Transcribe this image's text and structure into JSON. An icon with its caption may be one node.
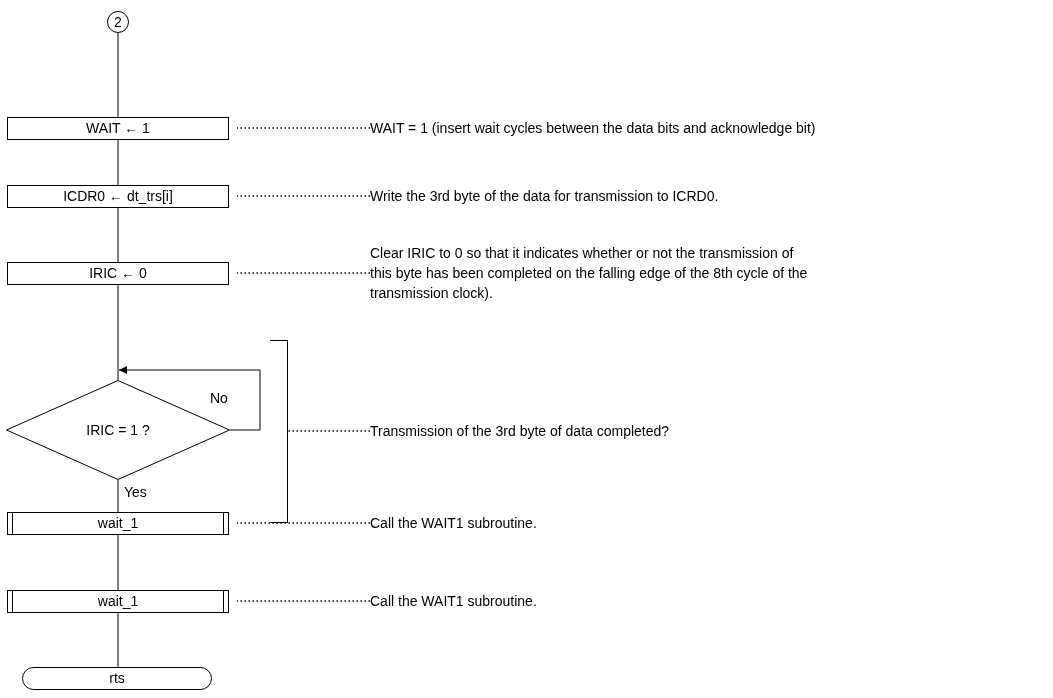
{
  "diagram": {
    "nodes": [
      {
        "text": [
          "2"
        ]
      },
      {
        "text": [
          "WAIT ← 1"
        ]
      },
      {
        "text": [
          "ICDR0 ← dt_trs[i]"
        ]
      },
      {
        "text": [
          "IRIC ← 0"
        ]
      },
      {
        "text": [
          "IRIC = 1 ?"
        ]
      },
      {
        "text": [
          "wait_1"
        ]
      },
      {
        "text": [
          "wait_1"
        ]
      },
      {
        "text": [
          "rts"
        ]
      },
      {
        "text": [
          "WAIT = 1 (insert wait cycles between the data bits and acknowledge bit)"
        ]
      },
      {
        "text": [
          "Write the 3rd byte of the data for transmission to ICRD0."
        ]
      },
      {
        "text": [
          "Clear IRIC to 0 so that it indicates whether or not the transmission of this byte has been completed on the falling edge of the 8th cycle of the transmission clock)."
        ]
      },
      {
        "text": [
          "Transmission of the 3rd byte of data completed?"
        ]
      },
      {
        "text": [
          "Call the WAIT1 subroutine."
        ]
      },
      {
        "text": [
          "Call the WAIT1 subroutine."
        ]
      },
      {
        "text": [],
        "shape": "bracket"
      }
    ],
    "edges": [
      {
        "from": 0,
        "to": 1,
        "arrow": "none"
      },
      {
        "from": 1,
        "to": 2,
        "arrow": "none"
      },
      {
        "from": 2,
        "to": 3,
        "arrow": "none"
      },
      {
        "from": 3,
        "to": 4,
        "arrow": "none"
      },
      {
        "from": 4,
        "to": 4,
        "arrow": "to",
        "label": "No"
      },
      {
        "from": 4,
        "to": 5,
        "arrow": "none",
        "label": "Yes"
      },
      {
        "from": 5,
        "to": 6,
        "arrow": "none"
      },
      {
        "from": 6,
        "to": 7,
        "arrow": "none"
      },
      {
        "from": 8,
        "to": 1,
        "arrow": "none",
        "style": "dashed"
      },
      {
        "from": 9,
        "to": 2,
        "arrow": "none",
        "style": "dashed"
      },
      {
        "from": 10,
        "to": 3,
        "arrow": "none",
        "style": "dashed"
      },
      {
        "from": 11,
        "to": 14,
        "arrow": "none",
        "style": "dashed"
      },
      {
        "from": 12,
        "to": 5,
        "arrow": "none",
        "style": "dashed"
      },
      {
        "from": 13,
        "to": 6,
        "arrow": "none",
        "style": "dashed"
      }
    ]
  }
}
